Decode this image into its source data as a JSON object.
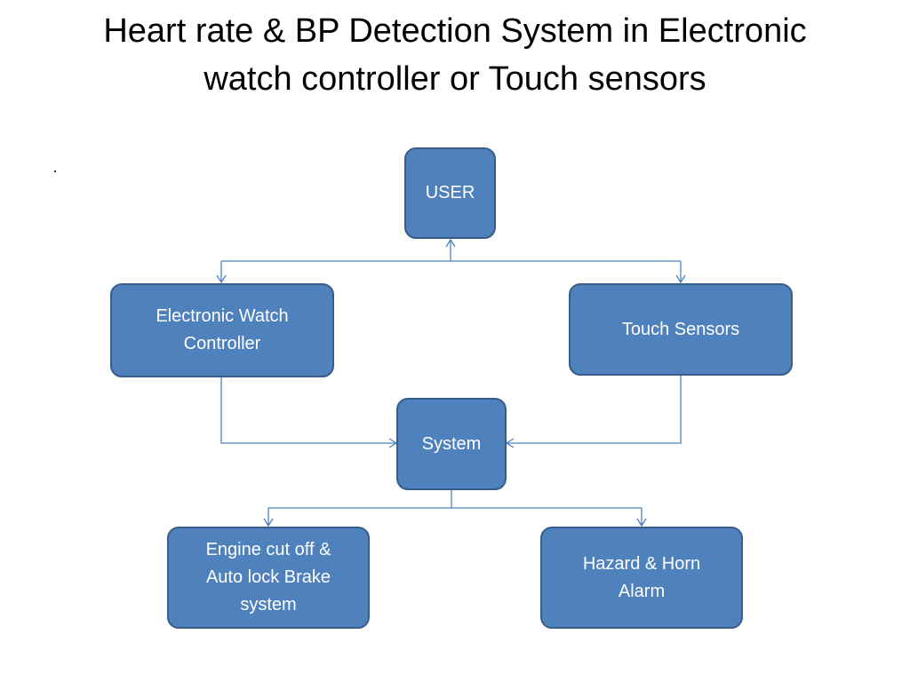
{
  "title": {
    "line1": "Heart rate & BP Detection System in Electronic",
    "line2": "watch controller or Touch sensors"
  },
  "colors": {
    "node_fill": "#4F81BD",
    "node_border": "#385D8A",
    "node_text": "#FFFFFF",
    "connector": "#4F81BD"
  },
  "nodes": {
    "user": {
      "lines": [
        "USER"
      ]
    },
    "watch_controller": {
      "lines": [
        "Electronic Watch",
        "Controller"
      ]
    },
    "touch_sensors": {
      "lines": [
        "Touch Sensors"
      ]
    },
    "system": {
      "lines": [
        "System"
      ]
    },
    "engine_cutoff": {
      "lines": [
        "Engine cut off &",
        "Auto lock Brake",
        "system"
      ]
    },
    "hazard_alarm": {
      "lines": [
        "Hazard & Horn",
        "Alarm"
      ]
    }
  },
  "edges": [
    {
      "from": "user",
      "to": "watch_controller"
    },
    {
      "from": "user",
      "to": "touch_sensors"
    },
    {
      "from": "watch_controller",
      "to": "system"
    },
    {
      "from": "touch_sensors",
      "to": "system"
    },
    {
      "from": "system",
      "to": "engine_cutoff"
    },
    {
      "from": "system",
      "to": "hazard_alarm"
    }
  ]
}
